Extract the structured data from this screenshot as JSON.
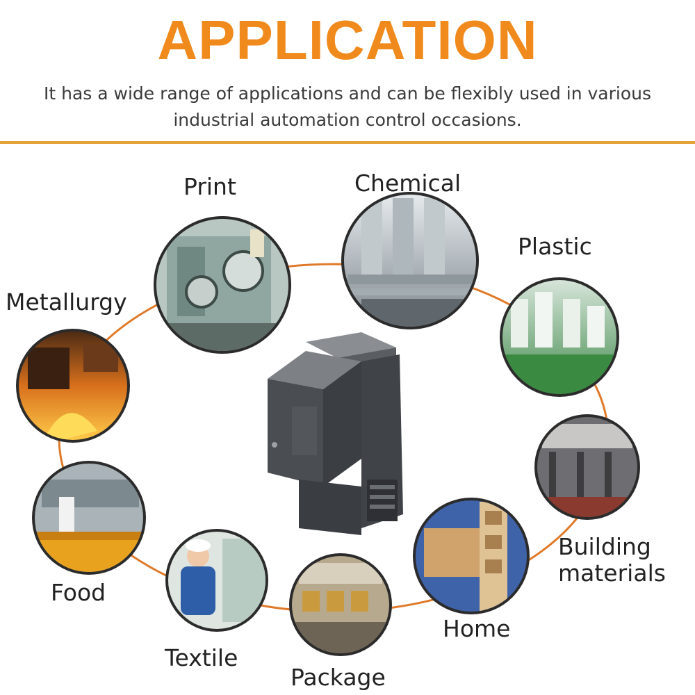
{
  "header": {
    "title": "APPLICATION",
    "subtitle_line1": "It has a wide range of applications and can be flexibly used in various",
    "subtitle_line2": "industrial automation control occasions."
  },
  "colors": {
    "accent": "#f08a1c",
    "divider": "#e5a23a",
    "ring": "#e07a2a",
    "text": "#222222"
  },
  "applications": {
    "print": "Print",
    "chemical": "Chemical",
    "plastic": "Plastic",
    "metallurgy": "Metallurgy",
    "food": "Food",
    "textile": "Textile",
    "package": "Package",
    "home": "Home",
    "building_line1": "Building",
    "building_line2": "materials"
  }
}
